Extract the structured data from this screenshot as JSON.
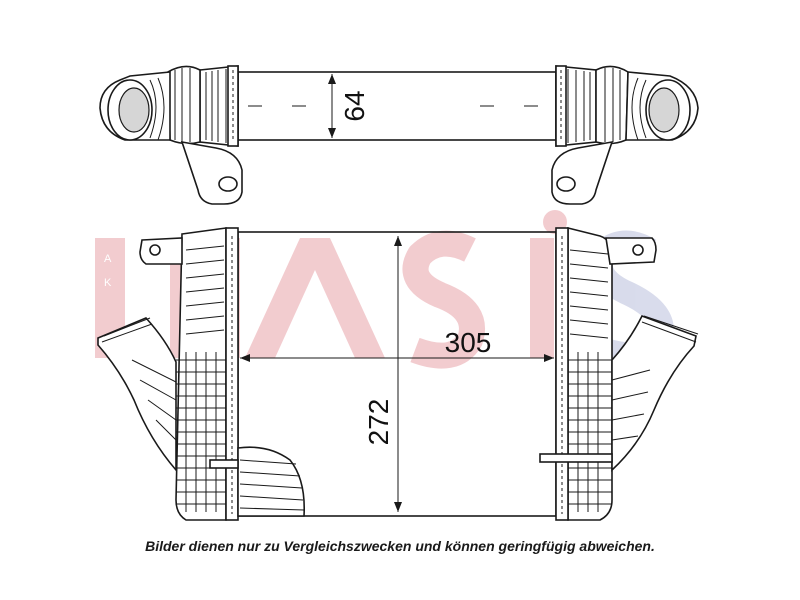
{
  "diagram": {
    "top_view": {
      "height_dimension": "64"
    },
    "front_view": {
      "width_dimension": "305",
      "height_dimension": "272"
    },
    "watermark": {
      "text": "AKS",
      "color": "#e8a3a9",
      "secondary_color": "#b9bfdc"
    },
    "caption": "Bilder dienen nur zu Vergleichszwecken und können geringfügig abweichen."
  },
  "colors": {
    "line": "#1a1a1a",
    "background": "#ffffff",
    "shade": "#d6d6d6"
  }
}
